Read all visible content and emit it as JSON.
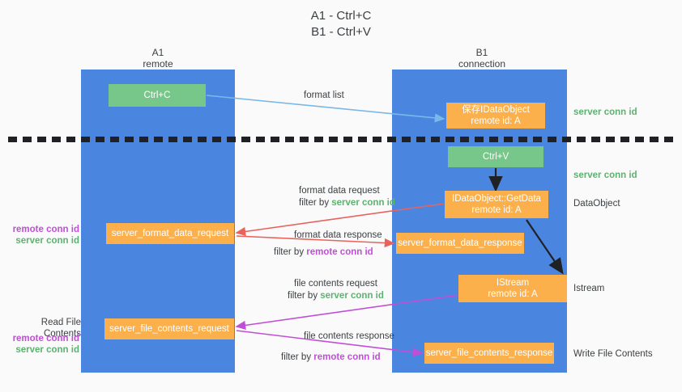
{
  "title": {
    "line1": "A1 - Ctrl+C",
    "line2": "B1 - Ctrl+V"
  },
  "columns": {
    "left": {
      "name": "A1",
      "role": "remote"
    },
    "right": {
      "name": "B1",
      "role": "connection"
    }
  },
  "boxes": {
    "ctrl_c": {
      "label": "Ctrl+C",
      "color": "#77c68a"
    },
    "save_dataobj": {
      "label": "保存IDataObject",
      "sub": "remote id: A",
      "color": "#fbb04b"
    },
    "ctrl_v": {
      "label": "Ctrl+V",
      "color": "#77c68a"
    },
    "get_data": {
      "label": "IDataObject::GetData",
      "sub": "remote id: A",
      "color": "#fbb04b"
    },
    "format_data_request": {
      "label": "server_format_data_request",
      "color": "#fbb04b"
    },
    "format_data_response": {
      "label": "server_format_data_response",
      "color": "#fbb04b"
    },
    "istream": {
      "label": "IStream",
      "sub": "remote id: A",
      "color": "#fbb04b"
    },
    "file_contents_request": {
      "label": "server_file_contents_request",
      "color": "#fbb04b"
    },
    "file_contents_response": {
      "label": "server_file_contents_response",
      "color": "#fbb04b"
    }
  },
  "edges": {
    "format_list": "format list",
    "format_data_request": {
      "line1": "format data request",
      "filter_prefix": "filter by ",
      "filter_id": "server conn id"
    },
    "format_data_response": {
      "line1": "format data response",
      "filter_prefix": "filter by ",
      "filter_id": "remote conn id"
    },
    "file_contents_request": {
      "line1": "file contents request",
      "filter_prefix": "filter by ",
      "filter_id": "server conn id"
    },
    "file_contents_response": {
      "line1": "file contents response",
      "filter_prefix": "filter by ",
      "filter_id": "remote conn id"
    }
  },
  "annotations": {
    "server_conn_id_top": "server conn id",
    "server_conn_id_mid": "server conn id",
    "dataobject": "DataObject",
    "istream": "Istream",
    "write_file_contents": "Write File Contents",
    "read_file_contents": "Read File Contents",
    "remote_conn_id": "remote conn id",
    "server_conn_id": "server conn id"
  },
  "colors": {
    "lane": "#4a86e0",
    "green_box": "#77c68a",
    "orange_box": "#fbb04b",
    "green_text": "#5cb270",
    "purple_text": "#c14fd6",
    "blue_arrow": "#7ab8e8",
    "red_arrow": "#e8635e",
    "magenta_arrow": "#c14fd6",
    "black_arrow": "#202124",
    "background": "#fafafa"
  }
}
